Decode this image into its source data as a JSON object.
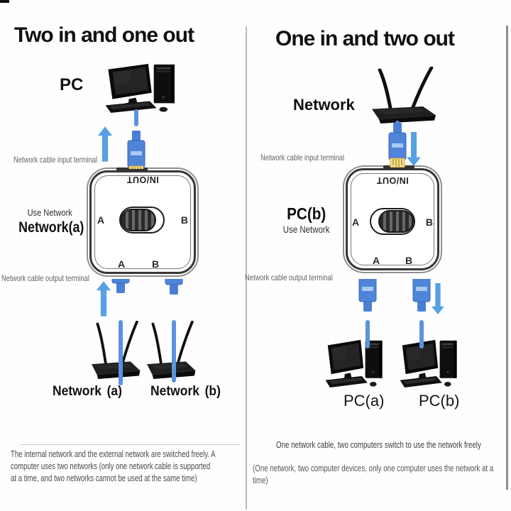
{
  "left": {
    "title": "Two in and one out",
    "pc_label": "PC",
    "input_terminal": "Network cable input terminal",
    "use_network": "Use Network",
    "active_network": "Network(a)",
    "output_terminal": "Network cable output terminal",
    "switch": {
      "inout": "IN/OUT",
      "side_a": "A",
      "side_b": "B",
      "bottom_a": "A",
      "bottom_b": "B",
      "knob_position": "A"
    },
    "device_a": "Network (a)",
    "device_b": "Network (b)",
    "description": "The internal network and the external network are switched freely. A computer uses two networks (only one network cable is supported at a time, and two networks cannot be used at the same time)"
  },
  "right": {
    "title": "One in and two out",
    "network_label": "Network",
    "input_terminal": "Network cable input terminal",
    "active_pc": "PC(b)",
    "use_network": "Use Network",
    "output_terminal": "Network cable output terminal",
    "switch": {
      "inout": "IN/OUT",
      "side_a": "A",
      "side_b": "B",
      "bottom_a": "A",
      "bottom_b": "B",
      "knob_position": "B"
    },
    "device_a": "PC(a)",
    "device_b": "PC(b)",
    "description_1": "One network cable, two computers switch to use the network freely",
    "description_2": "(One network, two computer devices, only one computer uses the network at a time)"
  },
  "colors": {
    "arrow_blue": "#55a1e3",
    "cable_blue": "#5b93dd",
    "connector_blue": "#4f84d9",
    "rj45_tip_yellow": "#f2e48c",
    "device_black": "#111111",
    "divider_gray": "#b9b9b9",
    "label_gray": "#5f6368",
    "text_dark": "#1c1c1c"
  }
}
